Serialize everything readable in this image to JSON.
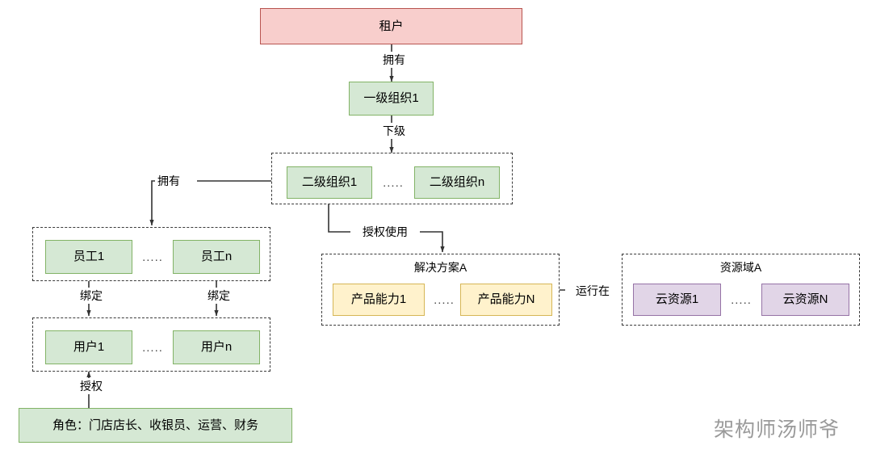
{
  "diagram": {
    "title_watermark": "架构师汤师爷",
    "palette": {
      "pink_fill": "#f8cecc",
      "pink_border": "#b85450",
      "green_fill": "#d5e8d4",
      "green_border": "#82b366",
      "yellow_fill": "#fff2cc",
      "yellow_border": "#d6b656",
      "purple_fill": "#e1d5e7",
      "purple_border": "#9673a6",
      "dashed_border": "#3a3a3a",
      "edge_color": "#333333"
    },
    "nodes": {
      "tenant": "租户",
      "org_level1": "一级组织1",
      "org_level2_first": "二级组织1",
      "org_level2_last": "二级组织n",
      "employee_first": "员工1",
      "employee_last": "员工n",
      "user_first": "用户1",
      "user_last": "用户n",
      "role_box": "角色：门店店长、收银员、运营、财务",
      "solution_title": "解决方案A",
      "capability_first": "产品能力1",
      "capability_last": "产品能力N",
      "resource_domain_title": "资源域A",
      "cloud_resource_first": "云资源1",
      "cloud_resource_last": "云资源N"
    },
    "edge_labels": {
      "tenant_to_org1": "拥有",
      "org1_to_org2": "下级",
      "org2_to_employee": "拥有",
      "org2_to_solution": "授权使用",
      "employee_to_user_left": "绑定",
      "employee_to_user_right": "绑定",
      "role_to_user": "授权",
      "solution_to_resource": "运行在"
    },
    "ellipses": {
      "org2": ".....",
      "employee": ".....",
      "user": ".....",
      "capability": ".....",
      "cloud_resource": "....."
    }
  }
}
